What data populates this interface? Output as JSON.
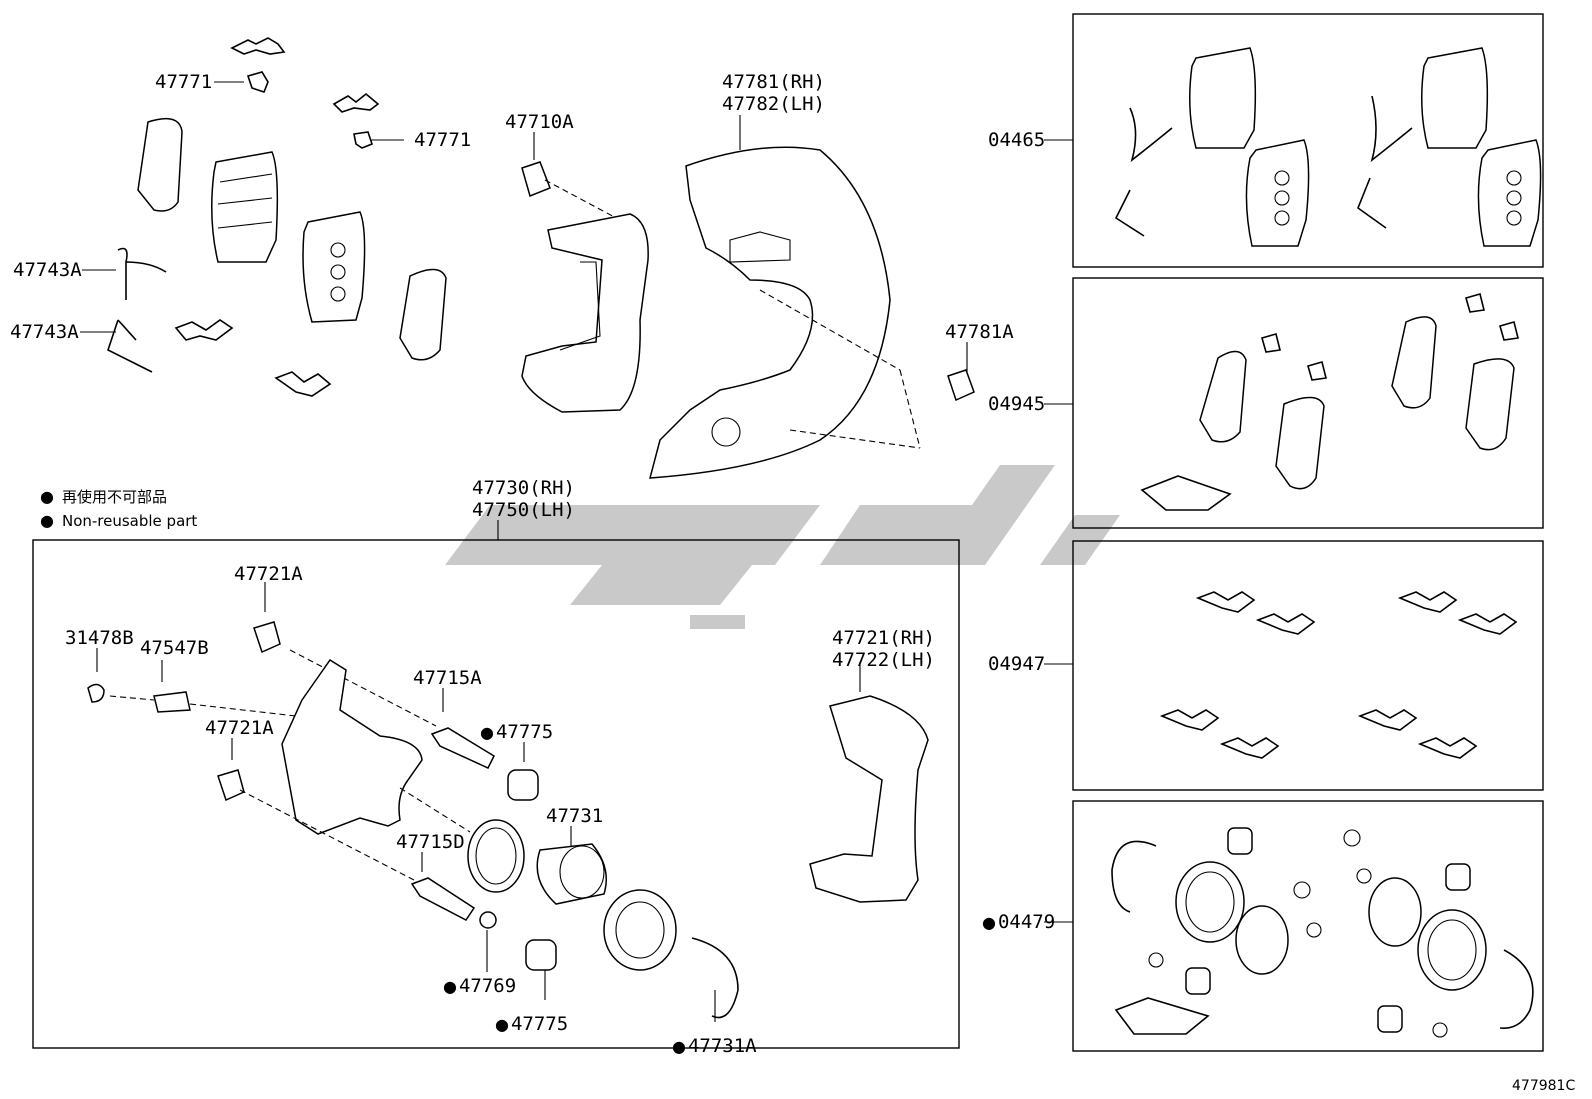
{
  "labels": {
    "p47771_a": "47771",
    "p47771_b": "47771",
    "p47710A": "47710A",
    "p47781_rh": "47781(RH)",
    "p47782_lh": "47782(LH)",
    "p47743A_a": "47743A",
    "p47743A_b": "47743A",
    "p47781A": "47781A",
    "p04465": "04465",
    "p04945": "04945",
    "p04947": "04947",
    "p04479": "04479",
    "p47730_rh": "47730(RH)",
    "p47750_lh": "47750(LH)",
    "p47721A_top": "47721A",
    "p31478B": "31478B",
    "p47547B": "47547B",
    "p47715A": "47715A",
    "p47775_a": "47775",
    "p47721A_mid": "47721A",
    "p47731": "47731",
    "p47715D": "47715D",
    "p47721_rh": "47721(RH)",
    "p47722_lh": "47722(LH)",
    "p47769": "47769",
    "p47775_b": "47775",
    "p47731A": "47731A"
  },
  "legend": {
    "jp": "再使用不可部品",
    "en": "Non-reusable part"
  },
  "diagram_code": "477981C",
  "colors": {
    "line": "#000000",
    "watermark": "#c9c9c9",
    "background": "#ffffff"
  }
}
